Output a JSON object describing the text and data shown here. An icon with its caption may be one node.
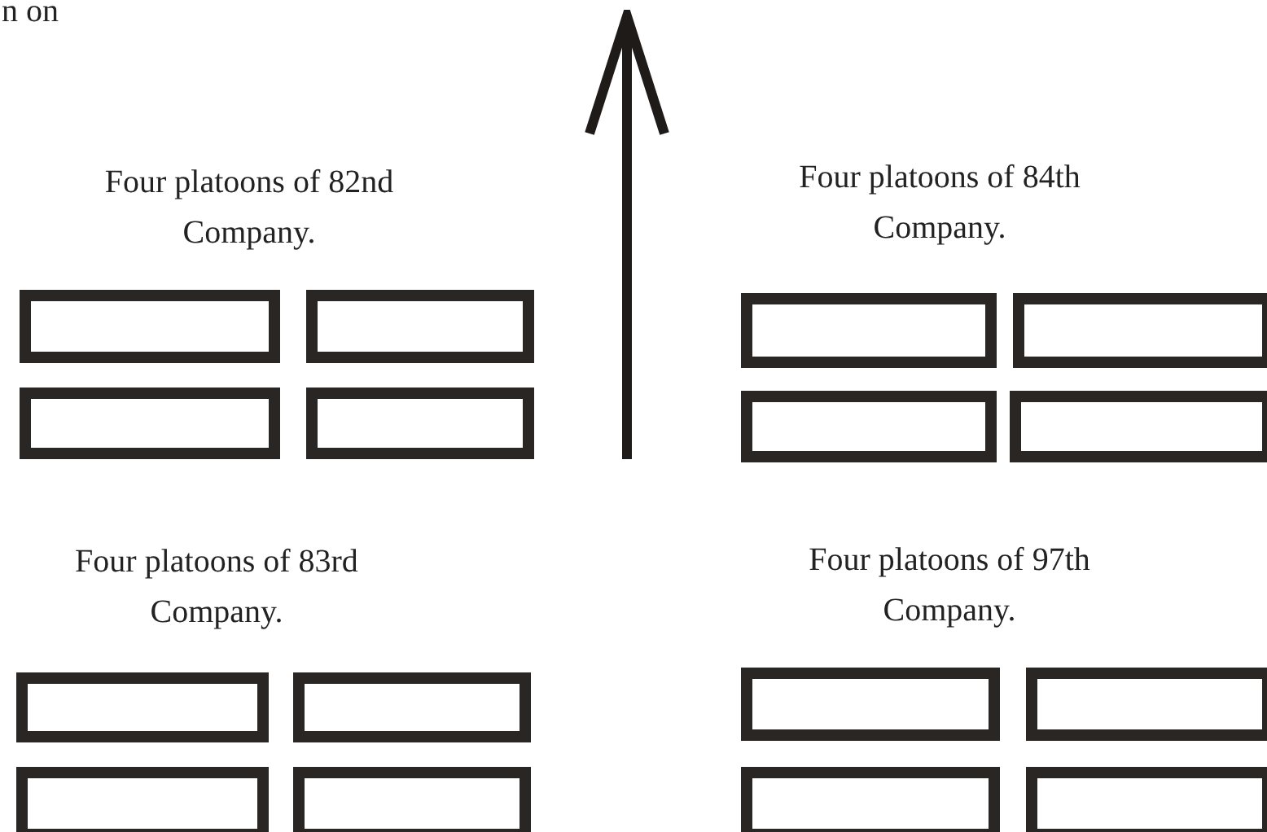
{
  "diagram": {
    "nodes": [
      {
        "text": [],
        "shape": "box"
      },
      {
        "text": [],
        "shape": "box"
      },
      {
        "text": [],
        "shape": "box"
      },
      {
        "text": [],
        "shape": "box"
      },
      {
        "text": [],
        "shape": "box"
      },
      {
        "text": [],
        "shape": "box"
      },
      {
        "text": [],
        "shape": "box"
      },
      {
        "text": [],
        "shape": "box"
      },
      {
        "text": [],
        "shape": "box"
      },
      {
        "text": [],
        "shape": "box"
      },
      {
        "text": [],
        "shape": "box"
      },
      {
        "text": [],
        "shape": "box"
      },
      {
        "text": [],
        "shape": "box"
      },
      {
        "text": [],
        "shape": "box"
      },
      {
        "text": [],
        "shape": "box"
      },
      {
        "text": [],
        "shape": "box"
      }
    ],
    "labels": [
      "n on",
      "Four platoons of 82nd Company.",
      "Four platoons of 84th Company.",
      "Four platoons of 83rd Company.",
      "Four platoons of 97th Company."
    ]
  }
}
